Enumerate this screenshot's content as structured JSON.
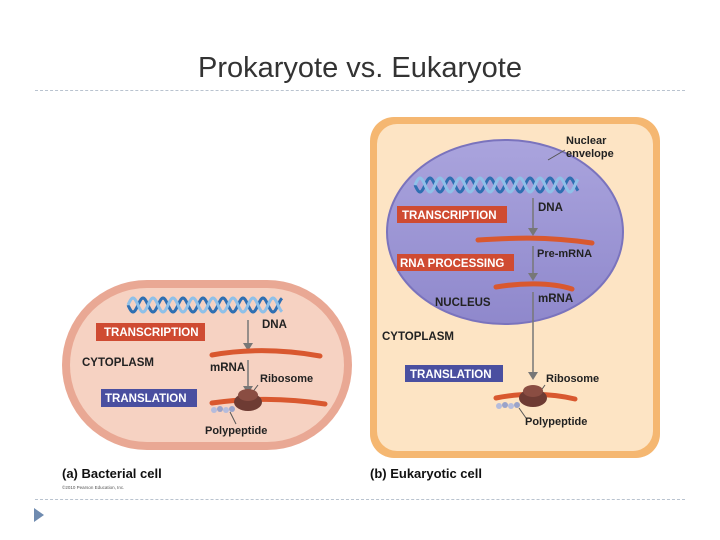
{
  "slide": {
    "title": "Prokaryote vs. Eukaryote"
  },
  "bacterial": {
    "caption": "(a) Bacterial cell",
    "copyright": "©2010 Pearson Education, Inc.",
    "transcription": "TRANSCRIPTION",
    "cytoplasm": "CYTOPLASM",
    "translation": "TRANSLATION",
    "dna": "DNA",
    "mrna": "mRNA",
    "ribosome": "Ribosome",
    "polypeptide": "Polypeptide"
  },
  "eukaryotic": {
    "caption": "(b) Eukaryotic cell",
    "nuclear_envelope_1": "Nuclear",
    "nuclear_envelope_2": "envelope",
    "transcription": "TRANSCRIPTION",
    "rna_processing": "RNA PROCESSING",
    "nucleus": "NUCLEUS",
    "cytoplasm": "CYTOPLASM",
    "translation": "TRANSLATION",
    "dna": "DNA",
    "pre_mrna": "Pre-mRNA",
    "mrna": "mRNA",
    "ribosome": "Ribosome",
    "polypeptide": "Polypeptide"
  },
  "colors": {
    "cell_membrane_bacterial": "#e9a894",
    "cell_interior_bacterial": "#f6d2c2",
    "cell_membrane_eukaryotic": "#f5b771",
    "cell_interior_eukaryotic": "#fde4c4",
    "nucleus": "#9a94d4",
    "transcription_box": "#cf4b32",
    "translation_box": "#4a4fa0",
    "dna_strand_a": "#2f6fb2",
    "dna_strand_b": "#8fc0e8",
    "mrna": "#d9582f",
    "ribosome": "#6e3b33"
  }
}
